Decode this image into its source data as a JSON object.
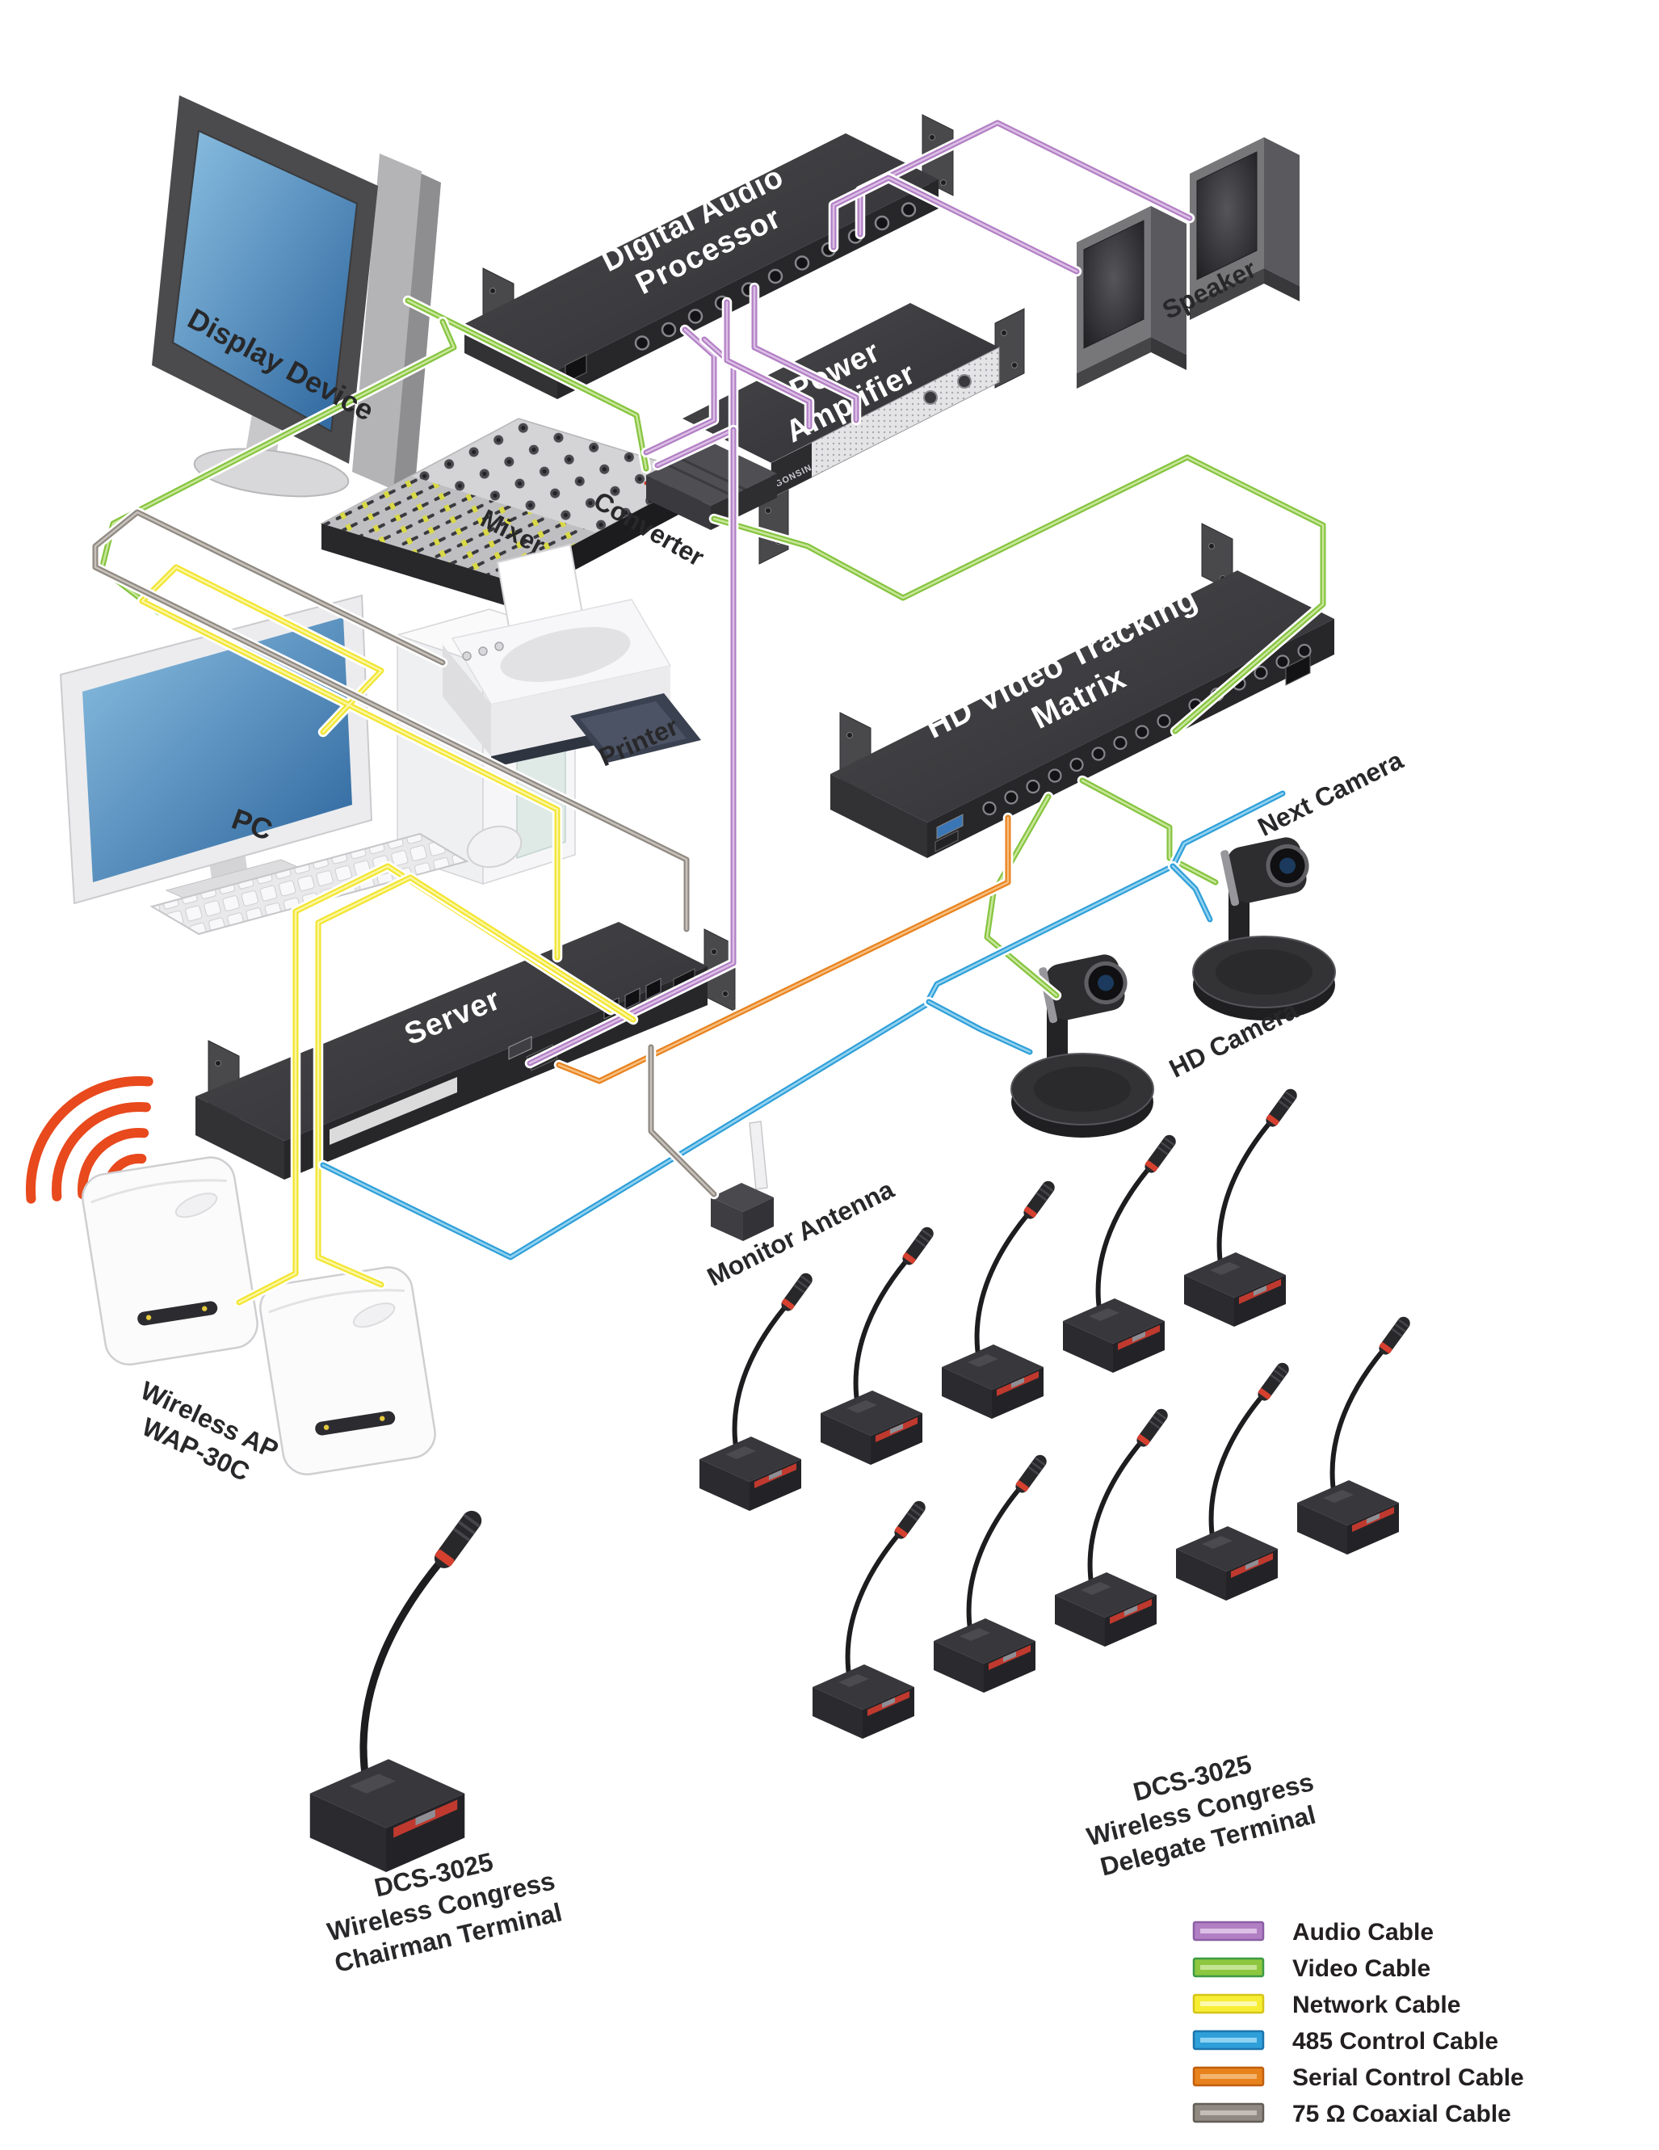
{
  "brand": "GONSIN",
  "devices": {
    "display_device": {
      "label": "Display Device"
    },
    "digital_audio_processor": {
      "label_line1": "Digital Audio",
      "label_line2": "Processor"
    },
    "speaker": {
      "label": "Speaker"
    },
    "power_amplifier": {
      "label_line1": "Power",
      "label_line2": "Amplifier"
    },
    "mixer": {
      "label": "Mixer"
    },
    "converter": {
      "label": "Converter"
    },
    "pc": {
      "label": "PC"
    },
    "printer": {
      "label": "Printer"
    },
    "hd_video_tracking_matrix": {
      "label_line1": "HD Video Tracking",
      "label_line2": "Matrix"
    },
    "next_camera": {
      "label": "Next Camera"
    },
    "hd_camera": {
      "label": "HD Camera"
    },
    "server": {
      "label": "Server"
    },
    "monitor_antenna": {
      "label": "Monitor Antenna"
    },
    "wireless_ap": {
      "label_line1": "Wireless AP",
      "label_line2": "WAP-30C"
    },
    "chairman_terminal": {
      "label_line1": "DCS-3025",
      "label_line2": "Wireless Congress",
      "label_line3": "Chairman Terminal"
    },
    "delegate_terminal": {
      "label_line1": "DCS-3025",
      "label_line2": "Wireless Congress",
      "label_line3": "Delegate Terminal"
    }
  },
  "legend": {
    "items": [
      {
        "label": "Audio Cable",
        "color": "#b27fc4"
      },
      {
        "label": "Video Cable",
        "color": "#8dc63f"
      },
      {
        "label": "Network Cable",
        "color": "#f7ed34"
      },
      {
        "label": "485 Control Cable",
        "color": "#2f9fd9"
      },
      {
        "label": "Serial Control Cable",
        "color": "#e8821d"
      },
      {
        "label": "75 Ω Coaxial Cable",
        "color": "#8f8982"
      }
    ]
  }
}
